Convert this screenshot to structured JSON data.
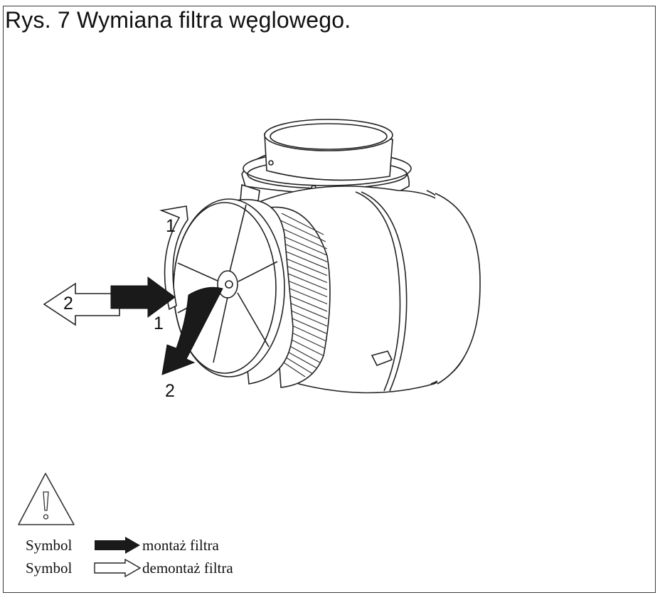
{
  "figure": {
    "title": "Rys. 7 Wymiana filtra węglowego."
  },
  "diagram": {
    "callouts": [
      {
        "id": "white-curved",
        "label": "1"
      },
      {
        "id": "black-straight",
        "label": "1"
      },
      {
        "id": "white-straight",
        "label": "2"
      },
      {
        "id": "black-curved",
        "label": "2"
      }
    ]
  },
  "legend": {
    "warning_icon": "warning-triangle-icon",
    "rows": [
      {
        "symbol": "Symbol",
        "arrow": "black-filled",
        "description": "montaż filtra"
      },
      {
        "symbol": "Symbol",
        "arrow": "white-outline",
        "description": "demontaż filtra"
      }
    ]
  }
}
